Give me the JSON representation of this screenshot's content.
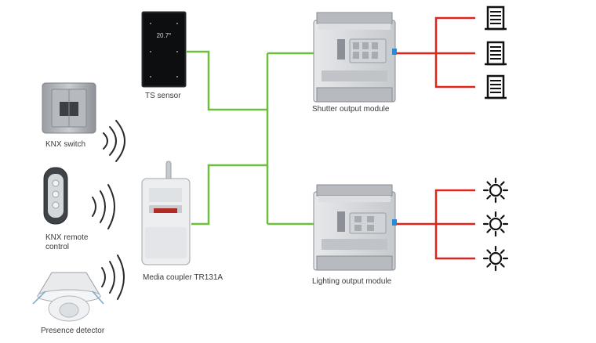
{
  "labels": {
    "ts_sensor": "TS sensor",
    "shutter_module": "Shutter output module",
    "knx_switch": "KNX switch",
    "knx_remote_line1": "KNX remote",
    "knx_remote_line2": "control",
    "media_coupler": "Media coupler TR131A",
    "lighting_module": "Lighting output module",
    "presence_detector": "Presence detector"
  },
  "device_display": {
    "ts_sensor_temp": "20.7°"
  },
  "colors": {
    "bus_line": "#6cbf3c",
    "output_line": "#e0241b",
    "signal_wave": "#2b2b2b"
  },
  "icons": {
    "shutter": "shutter-icon",
    "lamp": "lamp-icon"
  }
}
